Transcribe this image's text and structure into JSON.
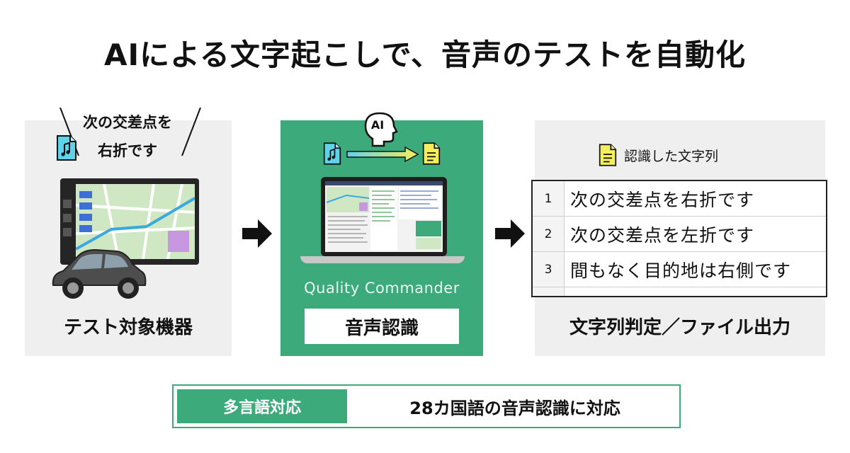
{
  "title": "AIによる文字起こしで、音声のテストを自動化",
  "colors": {
    "accent_green": "#3daa7c",
    "panel_gray": "#efefef",
    "audio_icon": "#2bb5d8",
    "doc_icon": "#f4ef5a"
  },
  "panel1": {
    "speech_line1": "次の交差点を",
    "speech_line2": "右折です",
    "label": "テスト対象機器",
    "icons": [
      "music-file-icon",
      "car-navigation-device",
      "car-icon"
    ]
  },
  "panel2": {
    "ai_badge": "AI",
    "brand": "Quality Commander",
    "label": "音声認識",
    "icons": [
      "head-ai-icon",
      "music-file-icon",
      "arrow-icon",
      "document-icon",
      "laptop-icon"
    ]
  },
  "panel3": {
    "doc_title": "認識した文字列",
    "rows": [
      {
        "num": "1",
        "text": "次の交差点を右折です"
      },
      {
        "num": "2",
        "text": "次の交差点を左折です"
      },
      {
        "num": "3",
        "text": "間もなく目的地は右側です"
      }
    ],
    "label": "文字列判定／ファイル出力"
  },
  "bottom": {
    "tag": "多言語対応",
    "text": "28カ国語の音声認識に対応"
  }
}
